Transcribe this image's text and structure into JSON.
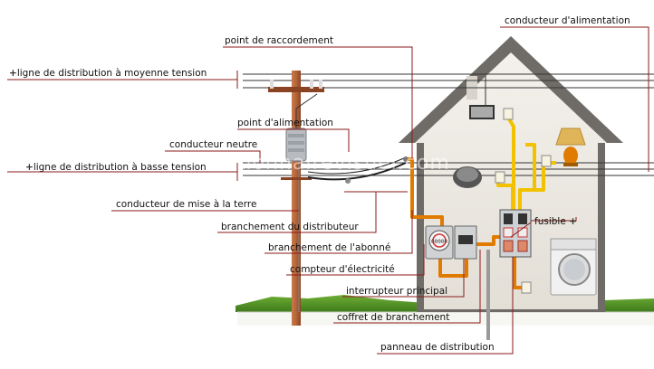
{
  "labels": {
    "point_raccordement": "point de raccordement",
    "conducteur_alimentation": "conducteur d'alimentation",
    "ligne_moyenne": "ligne de distribution à moyenne tension",
    "point_alimentation": "point d'alimentation",
    "conducteur_neutre": "conducteur neutre",
    "ligne_basse": "ligne de distribution à basse tension",
    "mise_terre": "conducteur de mise à la terre",
    "branchement_distributeur": "branchement du distributeur",
    "branchement_abonne": "branchement de l'abonné",
    "fusible": "fusible",
    "compteur": "compteur d'électricité",
    "interrupteur": "interrupteur principal",
    "coffret": "coffret de branchement",
    "panneau": "panneau de distribution"
  },
  "plus_sign": "+",
  "watermark": "ledictionnairevisuel.com",
  "meter_reading": "00000",
  "colors": {
    "leader": "#8b1a1a",
    "house_wall": "#f2efe9",
    "roof_edge": "#6f6c67",
    "wire_yellow": "#f2c200",
    "wire_orange": "#e07b00",
    "pole": "#b5643a",
    "grass": "#5e9e2b"
  }
}
